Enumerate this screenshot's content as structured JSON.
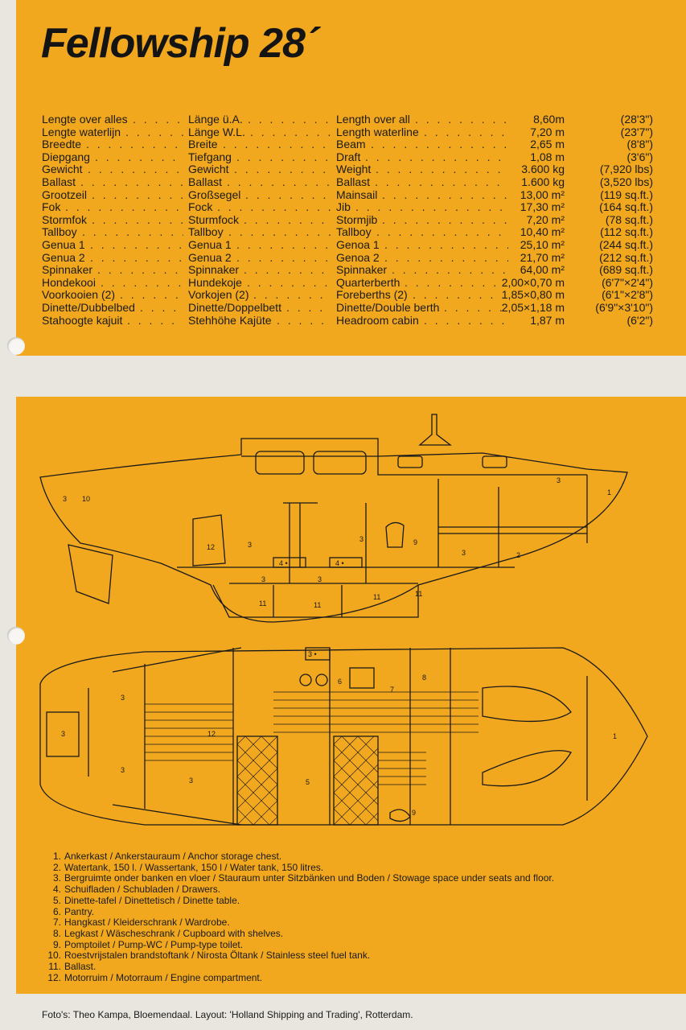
{
  "title": "Fellowship 28´",
  "specs": [
    {
      "nl": "Lengte over alles",
      "de": "Länge ü.A.",
      "en": "Length over all",
      "value": "8,60m",
      "imperial": "(28'3\")"
    },
    {
      "nl": "Lengte waterlijn",
      "de": "Länge W.L.",
      "en": "Length waterline",
      "value": "7,20 m",
      "imperial": "(23'7\")"
    },
    {
      "nl": "Breedte",
      "de": "Breite",
      "en": "Beam",
      "value": "2,65 m",
      "imperial": "(8'8\")"
    },
    {
      "nl": "Diepgang",
      "de": "Tiefgang",
      "en": "Draft",
      "value": "1,08 m",
      "imperial": "(3'6\")"
    },
    {
      "nl": "Gewicht",
      "de": "Gewicht",
      "en": "Weight",
      "value": "3.600 kg",
      "imperial": "(7,920 lbs)"
    },
    {
      "nl": "Ballast",
      "de": "Ballast",
      "en": "Ballast",
      "value": "1.600 kg",
      "imperial": "(3,520 lbs)"
    },
    {
      "nl": "Grootzeil",
      "de": "Großsegel",
      "en": "Mainsail",
      "value": "13,00 m²",
      "imperial": "(119 sq.ft.)"
    },
    {
      "nl": "Fok",
      "de": "Fock",
      "en": "Jib",
      "value": "17,30 m²",
      "imperial": "(164 sq.ft.)"
    },
    {
      "nl": "Stormfok",
      "de": "Sturmfock",
      "en": "Stormjib",
      "value": "7,20 m²",
      "imperial": "(78 sq.ft.)"
    },
    {
      "nl": "Tallboy",
      "de": "Tallboy",
      "en": "Tallboy",
      "value": "10,40 m²",
      "imperial": "(112 sq.ft.)"
    },
    {
      "nl": "Genua 1",
      "de": "Genua 1",
      "en": "Genoa 1",
      "value": "25,10 m²",
      "imperial": "(244 sq.ft.)"
    },
    {
      "nl": "Genua 2",
      "de": "Genua 2",
      "en": "Genoa 2",
      "value": "21,70 m²",
      "imperial": "(212 sq.ft.)"
    },
    {
      "nl": "Spinnaker",
      "de": "Spinnaker",
      "en": "Spinnaker",
      "value": "64,00 m²",
      "imperial": "(689 sq.ft.)"
    },
    {
      "nl": "Hondekooi",
      "de": "Hundekoje",
      "en": "Quarterberth",
      "value": "2,00×0,70 m",
      "imperial": "(6'7\"×2'4\")"
    },
    {
      "nl": "Voorkooien (2)",
      "de": "Vorkojen (2)",
      "en": "Foreberths (2)",
      "value": "1,85×0,80 m",
      "imperial": "(6'1\"×2'8\")"
    },
    {
      "nl": "Dinette/Dubbelbed",
      "de": "Dinette/Doppelbett",
      "en": "Dinette/Double berth",
      "value": "2,05×1,18 m",
      "imperial": "(6'9\"×3'10\")"
    },
    {
      "nl": "Stahoogte kajuit",
      "de": "Stehhöhe Kajüte",
      "en": "Headroom cabin",
      "value": "1,87 m",
      "imperial": "(6'2\")"
    }
  ],
  "legend": [
    {
      "num": "1.",
      "text": "Ankerkast / Ankerstauraum / Anchor storage chest."
    },
    {
      "num": "2.",
      "text": "Watertank, 150 l. / Wassertank, 150 l / Water tank, 150 litres."
    },
    {
      "num": "3.",
      "text": "Bergruimte onder banken en vloer / Stauraum unter Sitzbänken und Boden / Stowage space under seats and floor."
    },
    {
      "num": "4.",
      "text": "Schuifladen / Schubladen / Drawers."
    },
    {
      "num": "5.",
      "text": "Dinette-tafel / Dinettetisch / Dinette table."
    },
    {
      "num": "6.",
      "text": "Pantry."
    },
    {
      "num": "7.",
      "text": "Hangkast / Kleiderschrank / Wardrobe."
    },
    {
      "num": "8.",
      "text": "Legkast / Wäscheschrank / Cupboard with shelves."
    },
    {
      "num": "9.",
      "text": "Pomptoilet / Pump-WC / Pump-type toilet."
    },
    {
      "num": "10.",
      "text": "Roestvrijstalen brandstoftank / Nirosta Öltank / Stainless steel fuel tank."
    },
    {
      "num": "11.",
      "text": "Ballast."
    },
    {
      "num": "12.",
      "text": "Motorruim / Motorraum / Engine compartment."
    }
  ],
  "credits": "Foto's: Theo Kampa, Bloemendaal. Layout: 'Holland Shipping and Trading', Rotterdam.",
  "drawing_labels": {
    "profile": [
      "3",
      "10",
      "12",
      "3",
      "4 •",
      "4 •",
      "3",
      "3",
      "3",
      "9",
      "3",
      "2",
      "1",
      "3",
      "11",
      "11",
      "11",
      "11"
    ],
    "plan": [
      "3",
      "3",
      "12",
      "3",
      "3",
      "3 •",
      "6",
      "7",
      "8",
      "5",
      "9",
      "1"
    ]
  }
}
